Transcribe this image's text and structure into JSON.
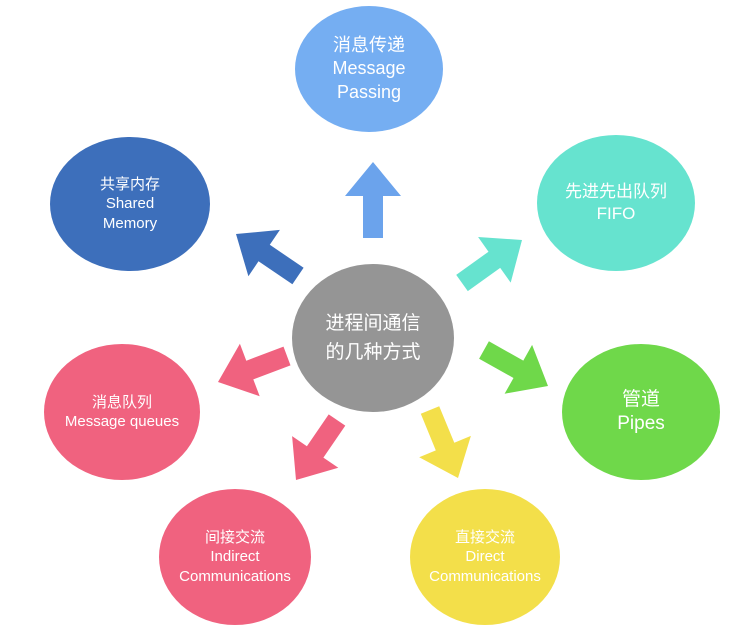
{
  "center": {
    "lines": [
      "进程间通信",
      "的几种方式"
    ],
    "color": "#959595"
  },
  "nodes": [
    {
      "id": "message-passing",
      "zh": "消息传递",
      "en": [
        "Message",
        "Passing"
      ],
      "color": "#75AEF2"
    },
    {
      "id": "fifo",
      "zh": "先进先出队列",
      "en": [
        "FIFO"
      ],
      "color": "#66E3CF"
    },
    {
      "id": "pipes",
      "zh": "管道",
      "en": [
        "Pipes"
      ],
      "color": "#6FD84A"
    },
    {
      "id": "direct-communications",
      "zh": "直接交流",
      "en": [
        "Direct",
        "Communications"
      ],
      "color": "#F3DF4A"
    },
    {
      "id": "indirect-communications",
      "zh": "间接交流",
      "en": [
        "Indirect",
        "Communications"
      ],
      "color": "#F0627F"
    },
    {
      "id": "message-queues",
      "zh": "消息队列",
      "en": [
        "Message queues"
      ],
      "color": "#F0627F"
    },
    {
      "id": "shared-memory",
      "zh": "共享内存",
      "en": [
        "Shared",
        "Memory"
      ],
      "color": "#3D6FBB"
    }
  ],
  "arrows": [
    {
      "target": "message-passing",
      "color": "#6BA3EC"
    },
    {
      "target": "fifo",
      "color": "#66E3CF"
    },
    {
      "target": "pipes",
      "color": "#6FD84A"
    },
    {
      "target": "direct-communications",
      "color": "#F3DF4A"
    },
    {
      "target": "indirect-communications",
      "color": "#F0627F"
    },
    {
      "target": "message-queues",
      "color": "#F0627F"
    },
    {
      "target": "shared-memory",
      "color": "#3D6FBB"
    }
  ]
}
